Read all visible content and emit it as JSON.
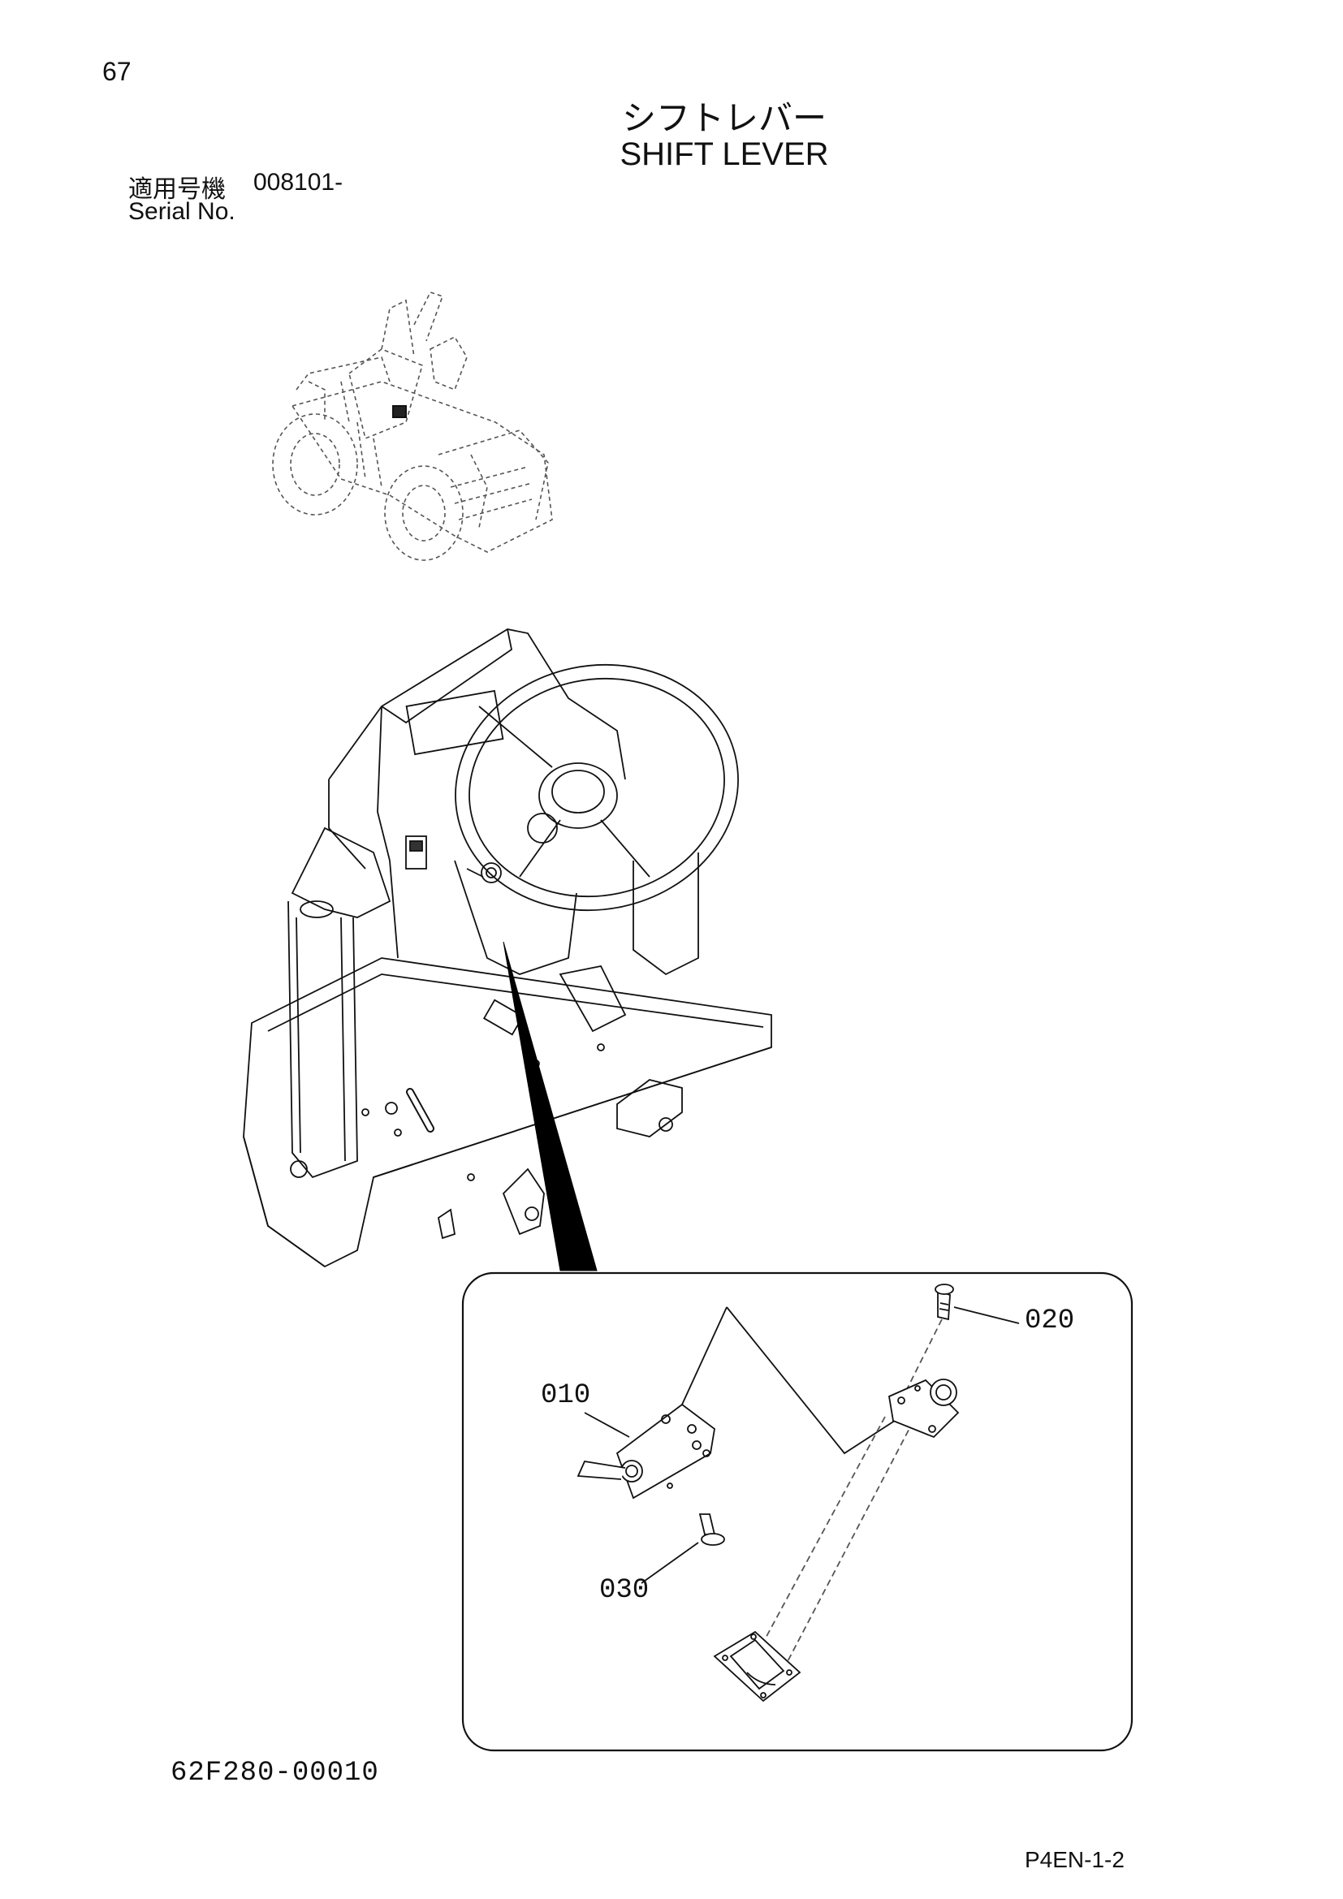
{
  "header": {
    "page_number": "67",
    "title_jp": "シフトレバー",
    "title_en": "SHIFT LEVER",
    "serial_label_jp": "適用号機",
    "serial_value": "008101-",
    "serial_label_en": "Serial No."
  },
  "callouts": [
    {
      "id": "010",
      "label": "010"
    },
    {
      "id": "020",
      "label": "020"
    },
    {
      "id": "030",
      "label": "030"
    }
  ],
  "footer": {
    "drawing_number": "62F280-00010",
    "page_code": "P4EN-1-2"
  },
  "colors": {
    "line": "#111111",
    "dashed": "#555555"
  }
}
